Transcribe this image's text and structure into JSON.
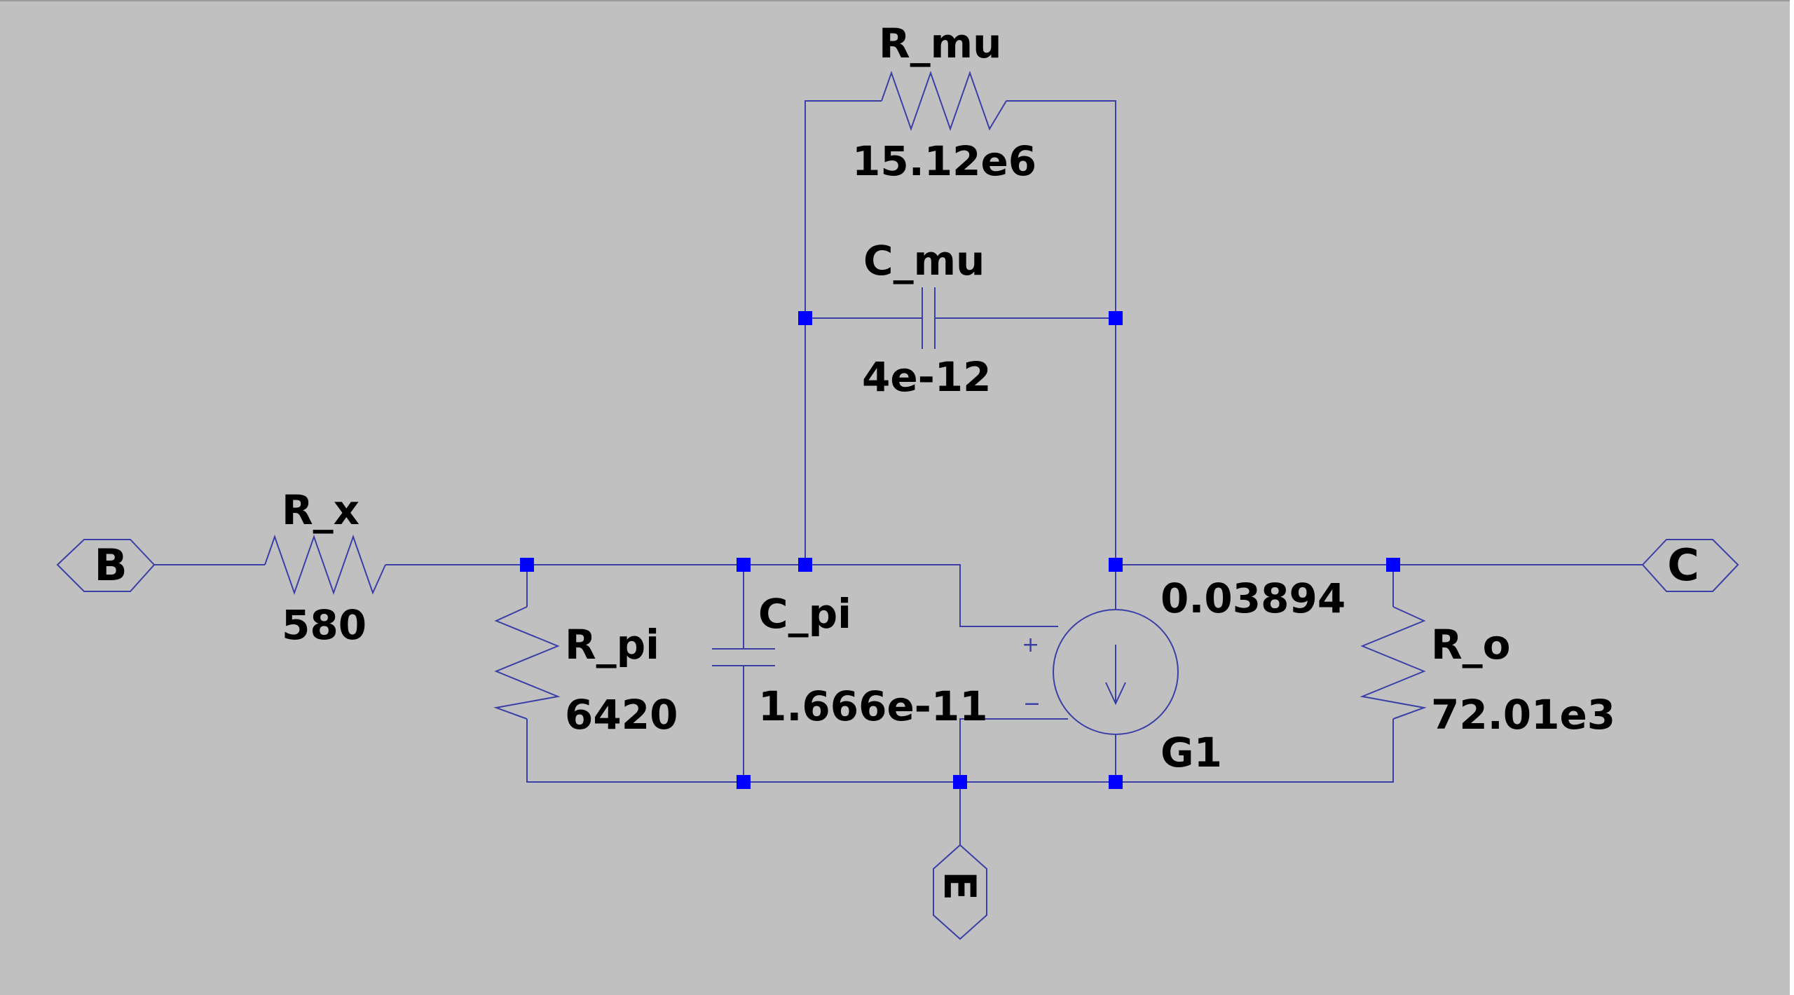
{
  "schematic": {
    "ports": {
      "base": "B",
      "collector": "C",
      "emitter": "E"
    },
    "components": {
      "R_x": {
        "name": "R_x",
        "value": "580"
      },
      "R_pi": {
        "name": "R_pi",
        "value": "6420"
      },
      "C_pi": {
        "name": "C_pi",
        "value": "1.666e-11"
      },
      "R_mu": {
        "name": "R_mu",
        "value": "15.12e6"
      },
      "C_mu": {
        "name": "C_mu",
        "value": "4e-12"
      },
      "G1": {
        "name": "G1",
        "value": "0.03894"
      },
      "R_o": {
        "name": "R_o",
        "value": "72.01e3"
      }
    },
    "polarity": {
      "plus": "+",
      "minus": "−"
    },
    "colors": {
      "background": "#c0c0c0",
      "wire": "#3a3fa6",
      "junction": "#0000ff",
      "text": "#000000"
    }
  }
}
